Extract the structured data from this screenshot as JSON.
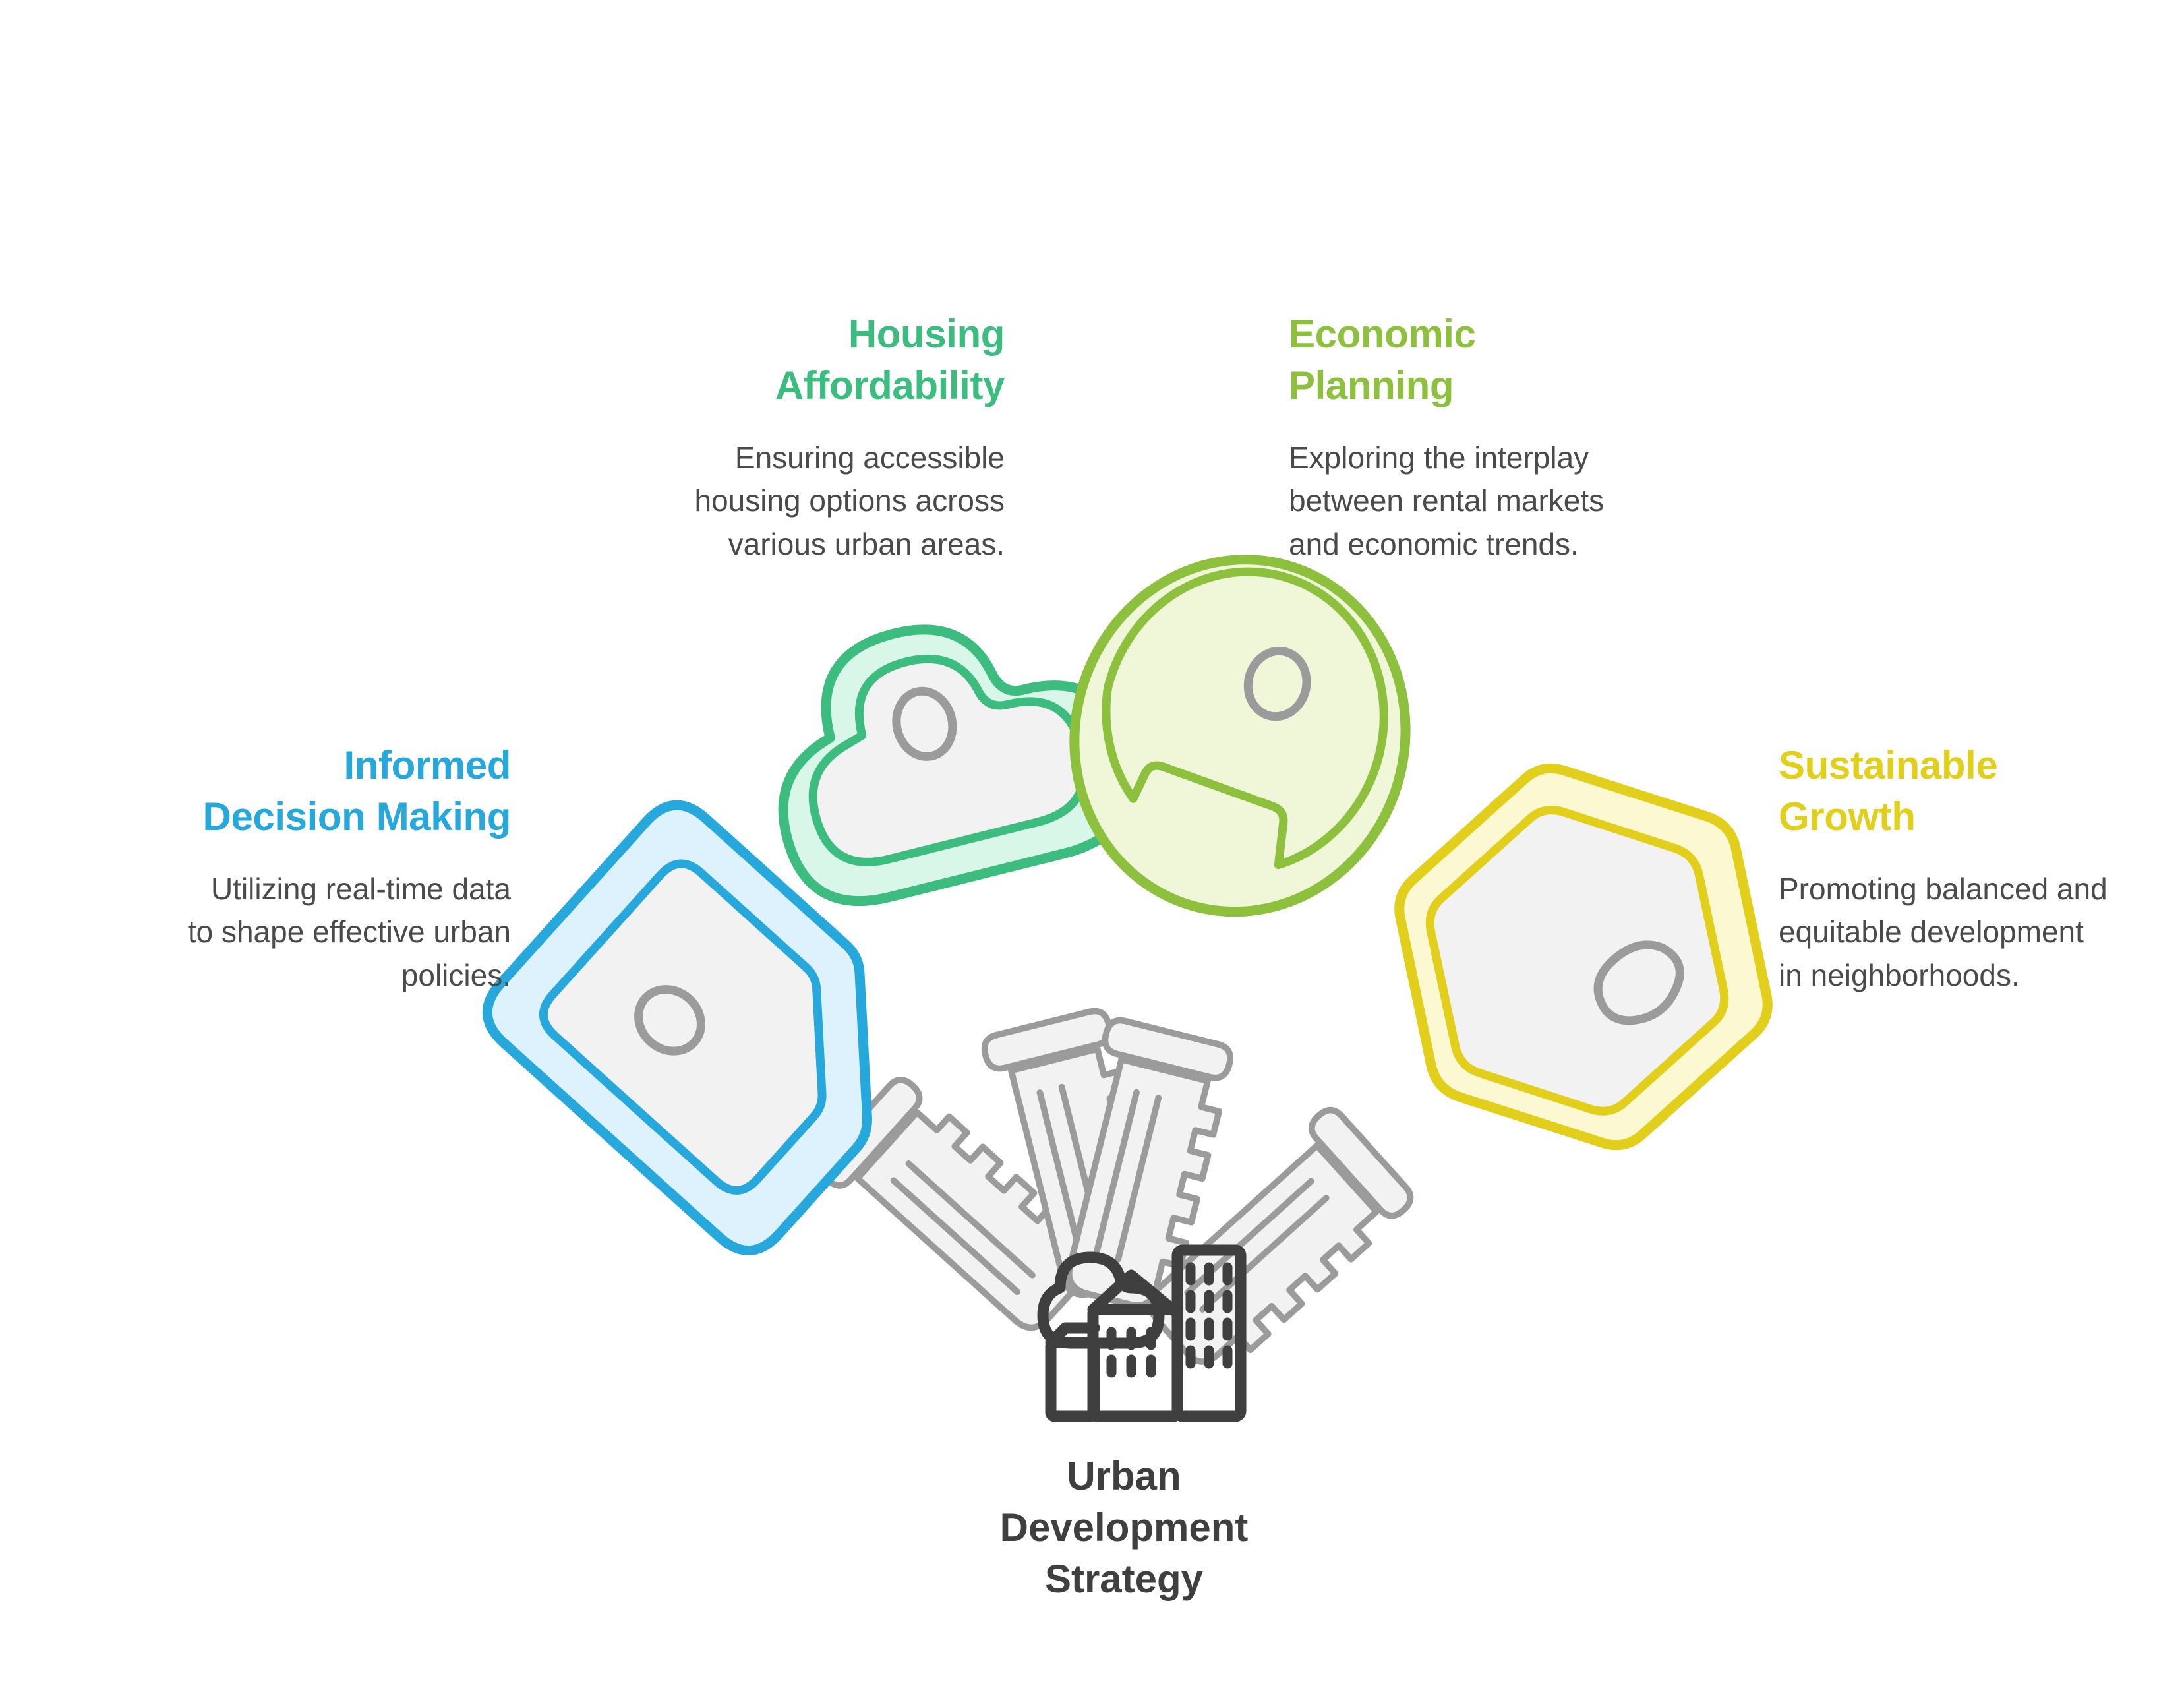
{
  "diagram": {
    "title": "Urban Development Strategy key benefits diagram",
    "center": {
      "label_line1": "Urban",
      "label_line2": "Development",
      "label_line3": "Strategy",
      "icon": "city-skyline-icon",
      "text_color": "#3f3f3f"
    },
    "branches": [
      {
        "id": "informed-decision-making",
        "heading_line1": "Informed",
        "heading_line2": "Decision Making",
        "body_line1": "Utilizing real-time data",
        "body_line2": "to shape effective urban",
        "body_line3": "policies.",
        "accent_color": "#27a8dd",
        "accent_fill": "#ddf2fc",
        "key_head_shape": "rounded-pentagon",
        "key_hole": "circle"
      },
      {
        "id": "housing-affordability",
        "heading_line1": "Housing",
        "heading_line2": "Affordability",
        "body_line1": "Ensuring accessible",
        "body_line2": "housing options across",
        "body_line3": "various urban areas.",
        "accent_color": "#3cbd7f",
        "accent_fill": "#d8f7e8",
        "key_head_shape": "cloud",
        "key_hole": "circle"
      },
      {
        "id": "economic-planning",
        "heading_line1": "Economic",
        "heading_line2": "Planning",
        "body_line1": "Exploring the interplay",
        "body_line2": "between rental markets",
        "body_line3": "and economic trends.",
        "accent_color": "#8cc03d",
        "accent_fill": "#eff7d8",
        "key_head_shape": "circle-notched",
        "key_hole": "circle"
      },
      {
        "id": "sustainable-growth",
        "heading_line1": "Sustainable",
        "heading_line2": "Growth",
        "body_line1": "Promoting balanced and",
        "body_line2": "equitable development",
        "body_line3": "in neighborhoods.",
        "accent_color": "#e2cf1c",
        "accent_fill": "#fbf8d2",
        "key_head_shape": "hexagon",
        "key_hole": "teardrop"
      }
    ],
    "palette": {
      "background": "#ffffff",
      "key_body_fill": "#f2f2f2",
      "key_body_stroke": "#9b9b9b",
      "key_hole_stroke": "#9b9b9b",
      "body_text": "#4a4a4a",
      "center_icon_stroke": "#3f3f3f"
    }
  }
}
